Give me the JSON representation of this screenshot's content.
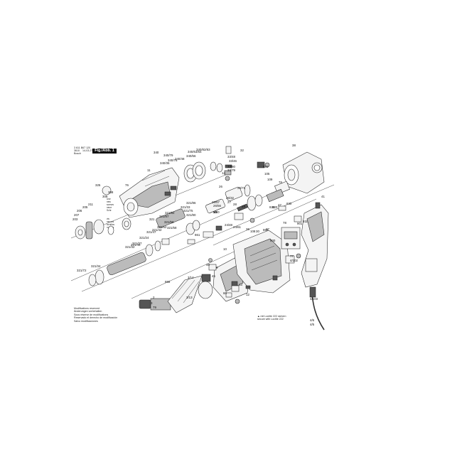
{
  "header": {
    "doc_number": "3 611 B67 120",
    "line2_left": "3610",
    "line2_right": "14-03-27",
    "line3": "Bosch",
    "fig_label": "Fig./Abb. 1"
  },
  "footer_left": [
    "Modifications reserved",
    "Änderungen vorbehalten",
    "Sous réserve de modifications",
    "Reservado el derecho de modificación",
    "Salvo modificaciones"
  ],
  "footer_right": [
    "▲ mit Loctite 222 sichern",
    "secure with Loctite 222"
  ],
  "side_note": [
    "Use",
    "new",
    "screws",
    "neue",
    "Schr.",
    "vis",
    "neuves",
    "tornillos",
    "nuevos"
  ],
  "callouts": [
    "340",
    "340/79",
    "340/76",
    "340/48",
    "340/66",
    "340/63/64",
    "340/82/83",
    "340/35",
    "11",
    "32",
    "33/48",
    "33/46",
    "33/80",
    "33/79",
    "14",
    "76",
    "325",
    "309",
    "308",
    "211",
    "205",
    "206",
    "207",
    "203",
    "321",
    "321/82",
    "321/87",
    "321/58",
    "321/52",
    "321/47",
    "321/42",
    "321/58b",
    "321/80",
    "321/75",
    "321/33",
    "321/86",
    "321/24",
    "321/37",
    "321/32",
    "321/46",
    "321/34",
    "321/72",
    "26",
    "27",
    "26/56",
    "26/57",
    "26/32",
    "26/71",
    "28",
    "29",
    "24/48",
    "24/61",
    "861",
    "30",
    "108",
    "36",
    "37",
    "38",
    "820",
    "47",
    "830",
    "823",
    "105",
    "881",
    "76b",
    "109",
    "900",
    "78",
    "901",
    "811",
    "41",
    "77",
    "4/102",
    "4/103",
    "4/6",
    "4/5",
    "865",
    "10",
    "13",
    "9",
    "45",
    "46",
    "60",
    "12",
    "866",
    "2",
    "3",
    "79",
    "3/14",
    "3/13",
    "54",
    "3/80",
    "10b"
  ]
}
